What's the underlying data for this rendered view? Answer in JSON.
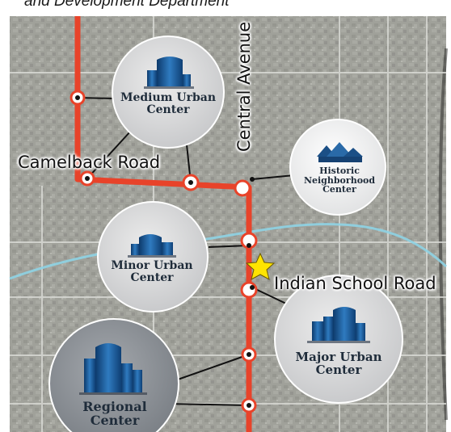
{
  "header": {
    "caption": "and Development Department"
  },
  "roads": {
    "camelback": "Camelback Road",
    "central": "Central Avenue",
    "indian_school": "Indian School Road"
  },
  "centers": {
    "medium_urban": {
      "line1": "Medium Urban",
      "line2": "Center",
      "icon": "medium-urban-building-icon"
    },
    "historic": {
      "line1": "Historic",
      "line2": "Neighborhood",
      "line3": "Center",
      "icon": "historic-house-icon"
    },
    "minor_urban": {
      "line1": "Minor Urban",
      "line2": "Center",
      "icon": "minor-urban-building-icon"
    },
    "major_urban": {
      "line1": "Major Urban",
      "line2": "Center",
      "icon": "major-urban-building-icon"
    },
    "regional": {
      "line1": "Regional",
      "line2": "Center",
      "icon": "regional-tower-icon"
    }
  },
  "colors": {
    "corridor": "#e8432a",
    "canal": "#8ed3e4",
    "landmark_star": "#ffe400",
    "dark_circle": "#8e9399",
    "light_circle": "#d9dadc",
    "white_circle": "#f5f5f5"
  }
}
